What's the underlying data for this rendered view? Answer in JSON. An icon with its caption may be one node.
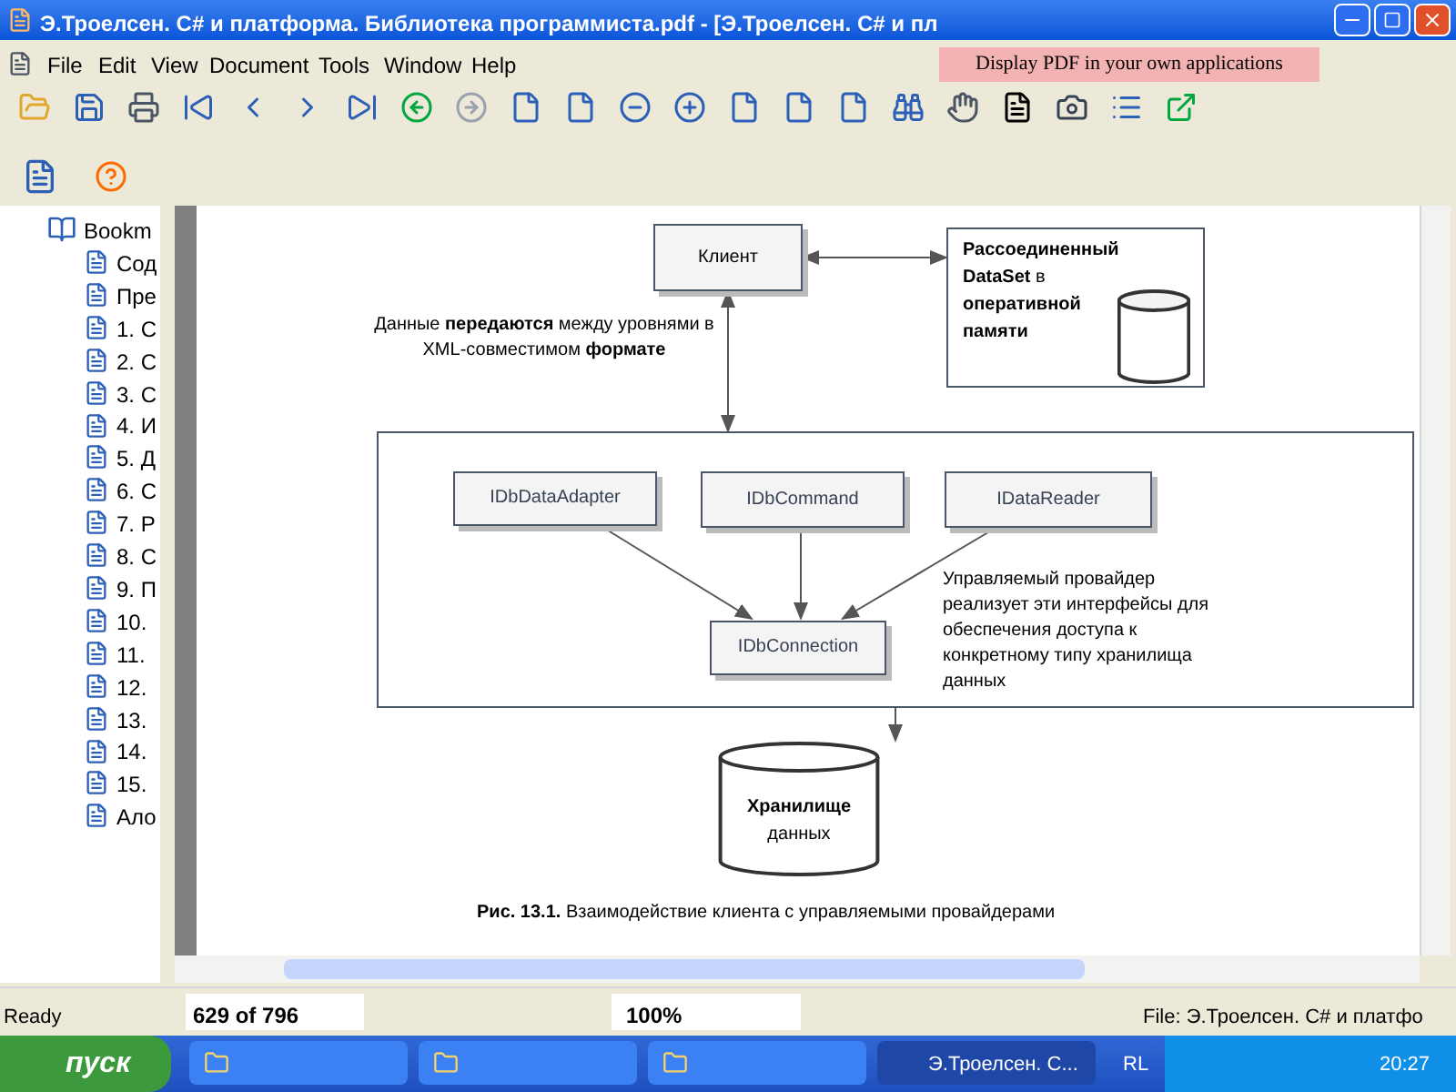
{
  "diagram": {
    "caption": "**Рис. 13.1.** Взаимодействие клиента с управляемыми провайдерами",
    "nodes": [
      {
        "text": [
          "Клиент"
        ]
      },
      {
        "text": [
          "**Рассоединенный DataSet** в **оперативной памяти**"
        ]
      },
      {
        "text": [],
        "shape": "cylinder",
        "in": 1
      },
      {
        "text": [
          "Управляемый провайдер реализует эти интерфейсы для обеспечения доступа к конкретному типу хранилища данных"
        ]
      },
      {
        "text": [
          "IDbDataAdapter"
        ],
        "in": 3
      },
      {
        "text": [
          "IDbCommand"
        ],
        "in": 3
      },
      {
        "text": [
          "IDataReader"
        ],
        "in": 3
      },
      {
        "text": [
          "IDbConnection"
        ],
        "in": 3
      },
      {
        "text": [
          "**Хранилище** данных"
        ]
      }
    ],
    "edges": [
      {
        "from": 0,
        "to": 1,
        "arrow": "both"
      },
      {
        "from": 0,
        "to": 3,
        "arrow": "both",
        "label": "Данные **передаются** между уровнями в XML-совместимом **формате**"
      },
      {
        "from": 4,
        "to": 7,
        "arrow": "to"
      },
      {
        "from": 5,
        "to": 7,
        "arrow": "to"
      },
      {
        "from": 6,
        "to": 7,
        "arrow": "to"
      },
      {
        "from": 3,
        "to": 8,
        "arrow": "to"
      }
    ],
    "labels": [
      "Э.Троелсен. C# и платформа. Библиотека программиста.pdf - [Э.Троелсен. C# и пл",
      "File",
      "Edit",
      "View",
      "Document",
      "Tools",
      "Window",
      "Help",
      "Display PDF in your own applications",
      "Bookm",
      "Сод",
      "Пре",
      "1. С",
      "2. С",
      "3. С",
      "4. И",
      "5. Д",
      "6. С",
      "7. Р",
      "8. С",
      "9. П",
      "10.",
      "11.",
      "12.",
      "13.",
      "14.",
      "15.",
      "Ало",
      "Ready",
      "629 of 796",
      "100%",
      "File: Э.Троелсен. C# и платфо",
      "пуск",
      "Э.Троелсен. С...",
      "RL",
      "20:27"
    ]
  }
}
